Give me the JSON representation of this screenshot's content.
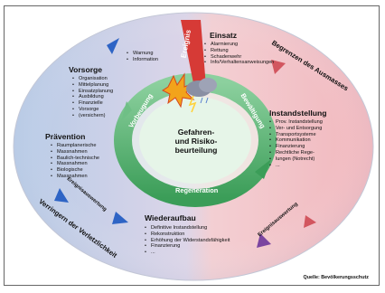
{
  "diagram": {
    "center": {
      "title_line1": "Gefahren-",
      "title_line2": "und Risiko-",
      "title_line3": "beurteilung"
    },
    "cycle": {
      "left": "Vorbeugung",
      "right": "Bewältigung",
      "bottom": "Regeneration"
    },
    "event": "Ereignis",
    "sections": {
      "warning": {
        "items": [
          "Warnung",
          "Information"
        ]
      },
      "einsatz": {
        "title": "Einsatz",
        "items": [
          "Alarmierung",
          "Rettung",
          "Schadenwehr",
          "Info/Verhaltensanweisungen"
        ]
      },
      "vorsorge": {
        "title": "Vorsorge",
        "items": [
          "Organisation",
          "Mittelplanung",
          "Einsatzplanung",
          "Ausbildung",
          "Finanzielle",
          "Vorsorge",
          "(versichern)"
        ]
      },
      "praevention": {
        "title": "Prävention",
        "items": [
          "Raumplanerische",
          "Massnahmen",
          "Baulich-technische",
          "Massnahmen",
          "Biologische",
          "Massnahmen"
        ]
      },
      "instandstellung": {
        "title": "Instandstellung",
        "items": [
          "Prov. Instandstellung",
          "Ver- und Entsorgung",
          "Transportsysteme",
          "Kommunikation",
          "Finanzierung",
          "Rechtliche Rege-",
          "lungen (Notrecht)",
          "..."
        ]
      },
      "wiederaufbau": {
        "title": "Wiederaufbau",
        "items": [
          "Definitive Instandstellung",
          "Rekonstruktion",
          "Erhöhung der Widerstandsfähigkeit",
          "Finanzierung",
          "..."
        ]
      }
    },
    "arrows": {
      "begrenzen": "Begrenzen des Ausmasses",
      "verringern": "Verringern der Verletzlichkeit",
      "ereignisauswertung_left": "Ereignisauswertung",
      "ereignisauswertung_right": "Ereignisauswertung"
    },
    "source": "Quelle: Bevölkerungsschutz",
    "colors": {
      "outer_left": "#b9cde8",
      "outer_right": "#f3bcc1",
      "ring_green": "#4fb26c",
      "center_fill": "#dff3e3",
      "arrow_blue": "#2e64c5",
      "arrow_purple": "#7b45a0",
      "event_red": "#d63a36"
    }
  }
}
